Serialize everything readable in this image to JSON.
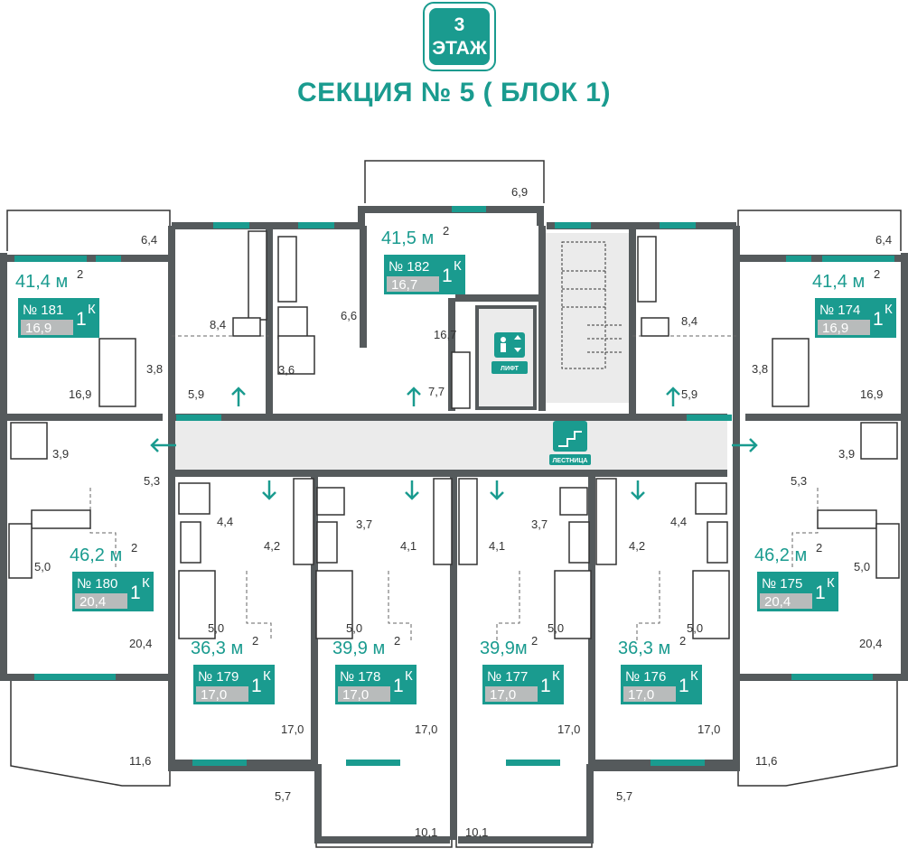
{
  "header": {
    "floor_number": "3",
    "floor_word": "ЭТАЖ",
    "section_title": "СЕКЦИЯ № 5 ( БЛОК 1)"
  },
  "colors": {
    "accent": "#1a9b8f",
    "wall": "#555a5c",
    "tag_gray": "#b8bbbb",
    "corridor": "#ebebeb"
  },
  "icons": {
    "lift_label": "ЛИФТ",
    "stairs_label": "ЛЕСТНИЦА"
  },
  "apartments": [
    {
      "area": "41,4 м",
      "sup": "2",
      "no": "№ 181",
      "rooms": "1",
      "rsup": "К",
      "living": "16,9"
    },
    {
      "area": "41,5 м",
      "sup": "2",
      "no": "№ 182",
      "rooms": "1",
      "rsup": "К",
      "living": "16,7"
    },
    {
      "area": "41,4 м",
      "sup": "2",
      "no": "№ 174",
      "rooms": "1",
      "rsup": "К",
      "living": "16,9"
    },
    {
      "area": "46,2 м",
      "sup": "2",
      "no": "№ 180",
      "rooms": "1",
      "rsup": "К",
      "living": "20,4"
    },
    {
      "area": "46,2 м",
      "sup": "2",
      "no": "№ 175",
      "rooms": "1",
      "rsup": "К",
      "living": "20,4"
    },
    {
      "area": "36,3 м",
      "sup": "2",
      "no": "№ 179",
      "rooms": "1",
      "rsup": "К",
      "living": "17,0"
    },
    {
      "area": "39,9 м",
      "sup": "2",
      "no": "№ 178",
      "rooms": "1",
      "rsup": "К",
      "living": "17,0"
    },
    {
      "area": "39,9м",
      "sup": "2",
      "no": "№ 177",
      "rooms": "1",
      "rsup": "К",
      "living": "17,0"
    },
    {
      "area": "36,3 м",
      "sup": "2",
      "no": "№ 176",
      "rooms": "1",
      "rsup": "К",
      "living": "17,0"
    }
  ],
  "dimensions": [
    "6,9",
    "6,4",
    "6,4",
    "8,4",
    "6,6",
    "8,4",
    "3,8",
    "3,6",
    "3,8",
    "16,7",
    "7,7",
    "16,9",
    "5,9",
    "5,9",
    "16,9",
    "3,9",
    "3,9",
    "5,3",
    "5,3",
    "4,4",
    "3,7",
    "3,7",
    "4,4",
    "4,2",
    "4,1",
    "4,1",
    "4,2",
    "5,0",
    "5,0",
    "5,0",
    "5,0",
    "5,0",
    "5,0",
    "20,4",
    "20,4",
    "17,0",
    "17,0",
    "17,0",
    "17,0",
    "11,6",
    "11,6",
    "5,7",
    "5,7",
    "10,1",
    "10,1"
  ]
}
